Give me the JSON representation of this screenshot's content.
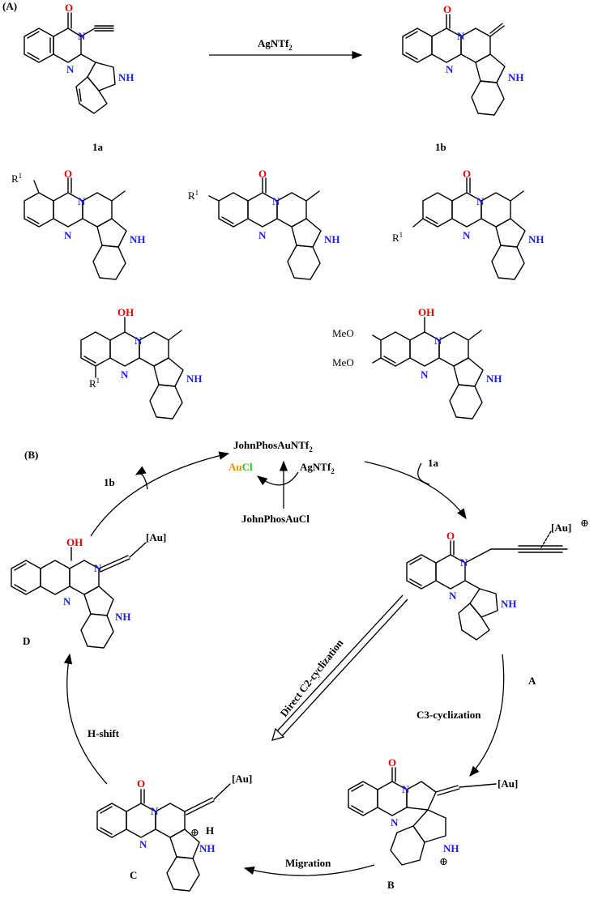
{
  "panel_a": {
    "label": "(A)",
    "reagent": "AgNTf",
    "reagent_sub": "2",
    "start_label": "1a",
    "product_label": "1b"
  },
  "variants": {
    "r1": "R",
    "r1_sup": "1",
    "meo": "MeO",
    "oh": "OH",
    "o": "O",
    "n": "N",
    "nh": "NH"
  },
  "panel_b": {
    "label": "(B)",
    "catalyst": "JohnPhosAuNTf",
    "catalyst_sub": "2",
    "precatalyst": "JohnPhosAuCl",
    "agntf2": "AgNTf",
    "agntf2_sub": "2",
    "aucl_au": "Au",
    "aucl_cl": "Cl",
    "substrate": "1a",
    "product": "1b",
    "au_ligand": "[Au]",
    "plus": "⊕",
    "int_a": "A",
    "int_b": "B",
    "int_c": "C",
    "int_d": "D",
    "step_c3": "C3-cyclization",
    "step_c2": "Direct C2-cyclization",
    "step_migration": "Migration",
    "step_hshift": "H-shift"
  },
  "colors": {
    "oxygen": "#e00000",
    "nitrogen": "#1a1aff",
    "gold": "#f08c00",
    "chlorine": "#22c922"
  }
}
